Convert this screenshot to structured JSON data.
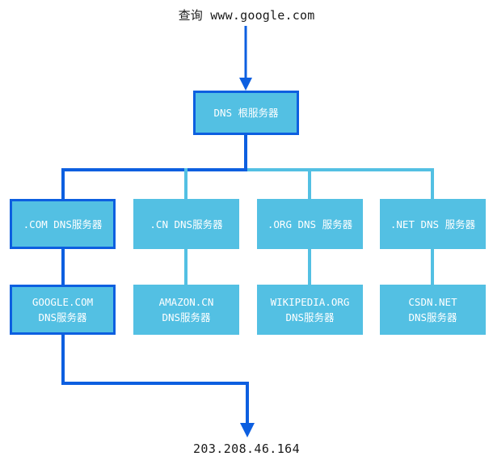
{
  "diagram": {
    "title_query": "查询 www.google.com",
    "result_ip": "203.208.46.164",
    "colors": {
      "node_fill": "#53c0e3",
      "active_stroke": "#0d5fe0",
      "idle_stroke": "#53c0e3",
      "text": "#ffffff",
      "label_text": "#1a1a1a",
      "background": "#ffffff"
    },
    "root": {
      "label": "DNS 根服务器",
      "active": true
    },
    "tld_nodes": [
      {
        "label": ".COM DNS服务器",
        "active": true
      },
      {
        "label": ".CN DNS服务器",
        "active": false
      },
      {
        "label": ".ORG DNS 服务器",
        "active": false
      },
      {
        "label": ".NET DNS 服务器",
        "active": false
      }
    ],
    "authoritative_nodes": [
      {
        "line1": "GOOGLE.COM",
        "line2": "DNS服务器",
        "active": true
      },
      {
        "line1": "AMAZON.CN",
        "line2": "DNS服务器",
        "active": false
      },
      {
        "line1": "WIKIPEDIA.ORG",
        "line2": "DNS服务器",
        "active": false
      },
      {
        "line1": "CSDN.NET",
        "line2": "DNS服务器",
        "active": false
      }
    ]
  }
}
